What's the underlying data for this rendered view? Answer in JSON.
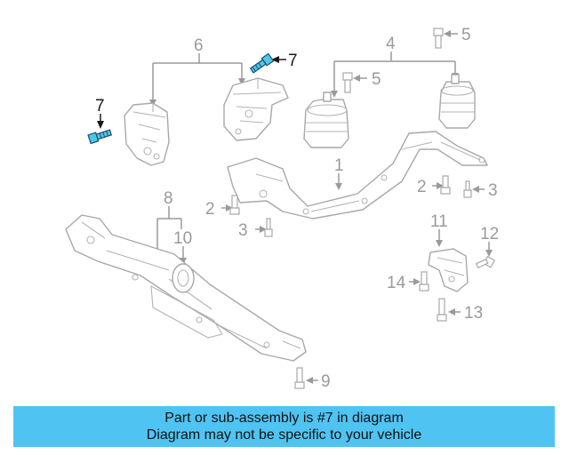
{
  "callouts": {
    "c1": "1",
    "c2a": "2",
    "c2b": "2",
    "c3a": "3",
    "c3b": "3",
    "c4": "4",
    "c5a": "5",
    "c5b": "5",
    "c6": "6",
    "c7a": "7",
    "c7b": "7",
    "c8": "8",
    "c9": "9",
    "c10": "10",
    "c11": "11",
    "c12": "12",
    "c13": "13",
    "c14": "14"
  },
  "highlight_callout": "7",
  "colors": {
    "banner": "#4fc4f3",
    "highlight_part": "#4fc6ec",
    "line_art": "#a8a8a8"
  },
  "banner": {
    "line1": "Part or sub-assembly is #7 in diagram",
    "line2": "Diagram may not be specific to your vehicle"
  }
}
